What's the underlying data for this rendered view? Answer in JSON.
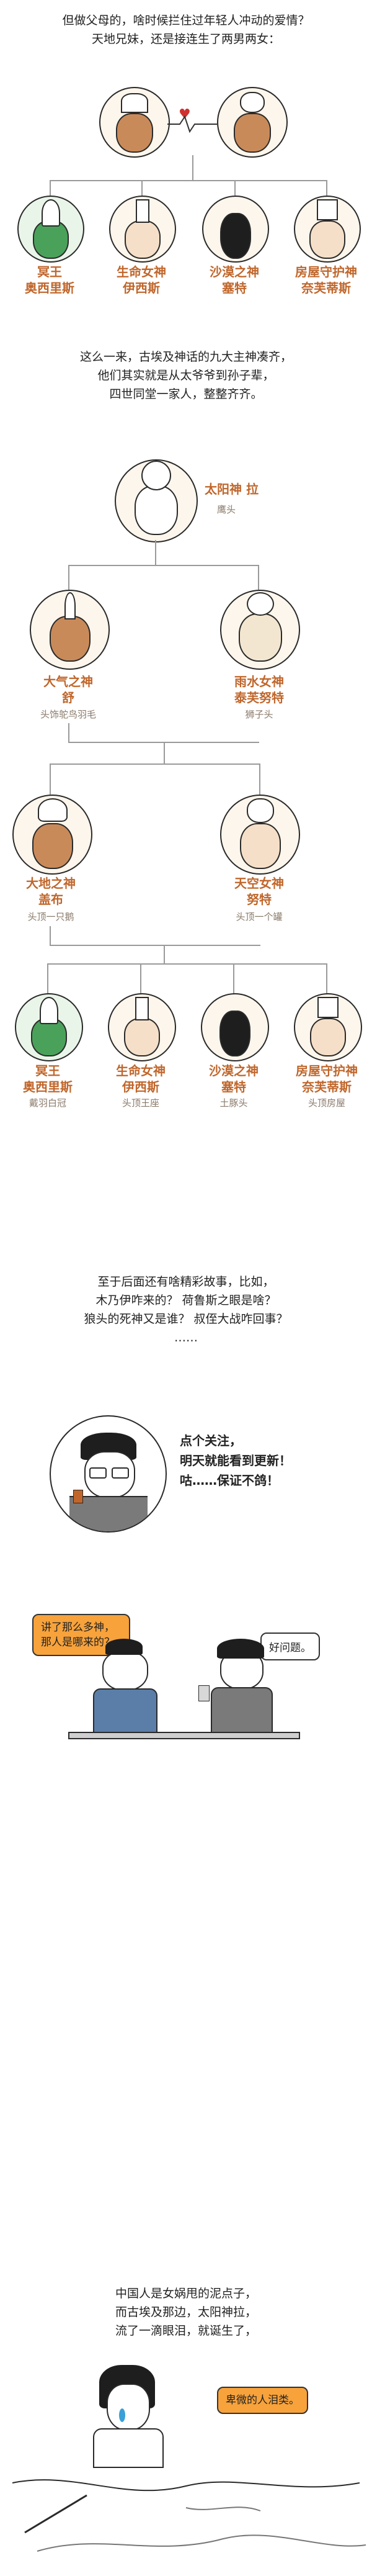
{
  "intro": {
    "line1": "但做父母的，啥时候拦住过年轻人冲动的爱情？",
    "line2": "天地兄妹，还是接连生了两男两女："
  },
  "family1": [
    {
      "title": "冥王",
      "name": "奥西里斯"
    },
    {
      "title": "生命女神",
      "name": "伊西斯"
    },
    {
      "title": "沙漠之神",
      "name": "塞特"
    },
    {
      "title": "房屋守护神",
      "name": "奈芙蒂斯"
    }
  ],
  "summary": {
    "line1": "这么一来，古埃及神话的九大主神凑齐，",
    "line2": "他们其实就是从太爷爷到孙子辈，",
    "line3": "四世同堂一家人，整整齐齐。"
  },
  "tree": {
    "ra": {
      "name": "太阳神 拉",
      "desc": "鹰头"
    },
    "shu": {
      "title": "大气之神",
      "name": "舒",
      "desc": "头饰鸵鸟羽毛"
    },
    "tefnut": {
      "title": "雨水女神",
      "name": "泰芙努特",
      "desc": "狮子头"
    },
    "geb": {
      "title": "大地之神",
      "name": "盖布",
      "desc": "头顶一只鹅"
    },
    "nut": {
      "title": "天空女神",
      "name": "努特",
      "desc": "头顶一个罐"
    },
    "children": [
      {
        "title": "冥王",
        "name": "奥西里斯",
        "desc": "戴羽白冠"
      },
      {
        "title": "生命女神",
        "name": "伊西斯",
        "desc": "头顶王座"
      },
      {
        "title": "沙漠之神",
        "name": "塞特",
        "desc": "土豚头"
      },
      {
        "title": "房屋守护神",
        "name": "奈芙蒂斯",
        "desc": "头顶房屋"
      }
    ]
  },
  "teaser": {
    "line1": "至于后面还有啥精彩故事，比如，",
    "line2": "木乃伊咋来的？ 荷鲁斯之眼是啥？",
    "line3": "狼头的死神又是谁？ 叔侄大战咋回事？",
    "line4": "……"
  },
  "cta": {
    "line1": "点个关注，",
    "line2": "明天就能看到更新！",
    "line3": "咕……保证不鸽！"
  },
  "dialog": {
    "q": "讲了那么多神，那人是哪来的？",
    "a": "好问题。"
  },
  "ending": {
    "line1": "中国人是女娲甩的泥点子，",
    "line2": "而古埃及那边，太阳神拉，",
    "line3": "流了一滴眼泪，就诞生了，",
    "bubble": "卑微的人泪类。"
  },
  "colors": {
    "accent": "#c0662b",
    "orange_bubble": "#f7a23b",
    "osiris_green": "#4aa25a"
  }
}
